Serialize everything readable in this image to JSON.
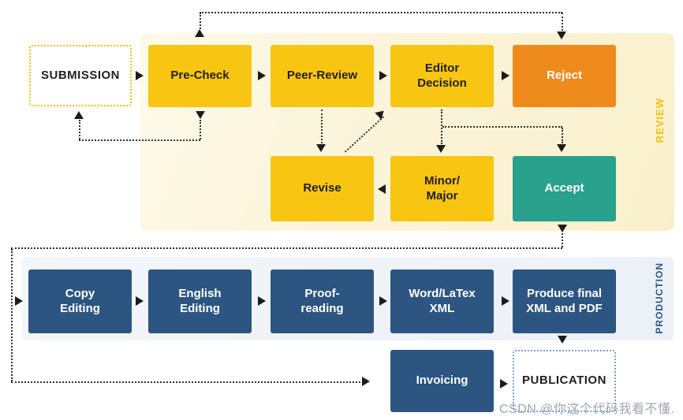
{
  "diagram": {
    "title": "Editorial workflow diagram",
    "phases": {
      "review": {
        "label": "REVIEW",
        "label_color": "#F2C110",
        "band_color": "#FBF2D3"
      },
      "production": {
        "label": "PRODUCTION",
        "label_color": "#2C5681",
        "band_color": "#EDF1F7"
      }
    },
    "colors": {
      "yellow_box": "#F8C513",
      "orange_box": "#EF8A1D",
      "teal_box": "#2AA18D",
      "navy_box": "#2C5681",
      "submission_border": "#F5C211",
      "publication_border": "#7AA0CE",
      "connector": "#2E2E2E"
    },
    "nodes": {
      "submission": {
        "label": "SUBMISSION"
      },
      "pre_check": {
        "label": "Pre-Check"
      },
      "peer_review": {
        "label": "Peer-Review"
      },
      "editor_decision": {
        "label": "Editor\nDecision"
      },
      "reject": {
        "label": "Reject"
      },
      "revise": {
        "label": "Revise"
      },
      "minor_major": {
        "label": "Minor/\nMajor"
      },
      "accept": {
        "label": "Accept"
      },
      "copy_editing": {
        "label": "Copy\nEditing"
      },
      "english_editing": {
        "label": "English\nEditing"
      },
      "proof_reading": {
        "label": "Proof-\nreading"
      },
      "word_latex_xml": {
        "label": "Word/LaTex\nXML"
      },
      "produce_final": {
        "label": "Produce final\nXML and PDF"
      },
      "invoicing": {
        "label": "Invoicing"
      },
      "publication": {
        "label": "PUBLICATION"
      }
    },
    "edges": [
      {
        "from": "submission",
        "to": "pre_check",
        "style": "solid"
      },
      {
        "from": "pre_check",
        "to": "peer_review",
        "style": "solid"
      },
      {
        "from": "peer_review",
        "to": "editor_decision",
        "style": "solid"
      },
      {
        "from": "editor_decision",
        "to": "reject",
        "style": "solid"
      },
      {
        "from": "pre_check",
        "to": "reject",
        "style": "dotted"
      },
      {
        "from": "pre_check",
        "to": "submission",
        "style": "dotted"
      },
      {
        "from": "peer_review",
        "to": "revise",
        "style": "dotted"
      },
      {
        "from": "revise",
        "to": "editor_decision",
        "style": "dotted"
      },
      {
        "from": "editor_decision",
        "to": "minor_major",
        "style": "dotted"
      },
      {
        "from": "editor_decision",
        "to": "accept",
        "style": "dotted"
      },
      {
        "from": "minor_major",
        "to": "revise",
        "style": "solid"
      },
      {
        "from": "accept",
        "to": "copy_editing",
        "style": "dotted"
      },
      {
        "from": "accept",
        "to": "invoicing",
        "style": "dotted"
      },
      {
        "from": "copy_editing",
        "to": "english_editing",
        "style": "solid"
      },
      {
        "from": "english_editing",
        "to": "proof_reading",
        "style": "solid"
      },
      {
        "from": "proof_reading",
        "to": "word_latex_xml",
        "style": "solid"
      },
      {
        "from": "word_latex_xml",
        "to": "produce_final",
        "style": "solid"
      },
      {
        "from": "produce_final",
        "to": "publication",
        "style": "solid"
      },
      {
        "from": "invoicing",
        "to": "publication",
        "style": "solid"
      }
    ],
    "watermark": "CSDN @你这个代码我看不懂."
  }
}
